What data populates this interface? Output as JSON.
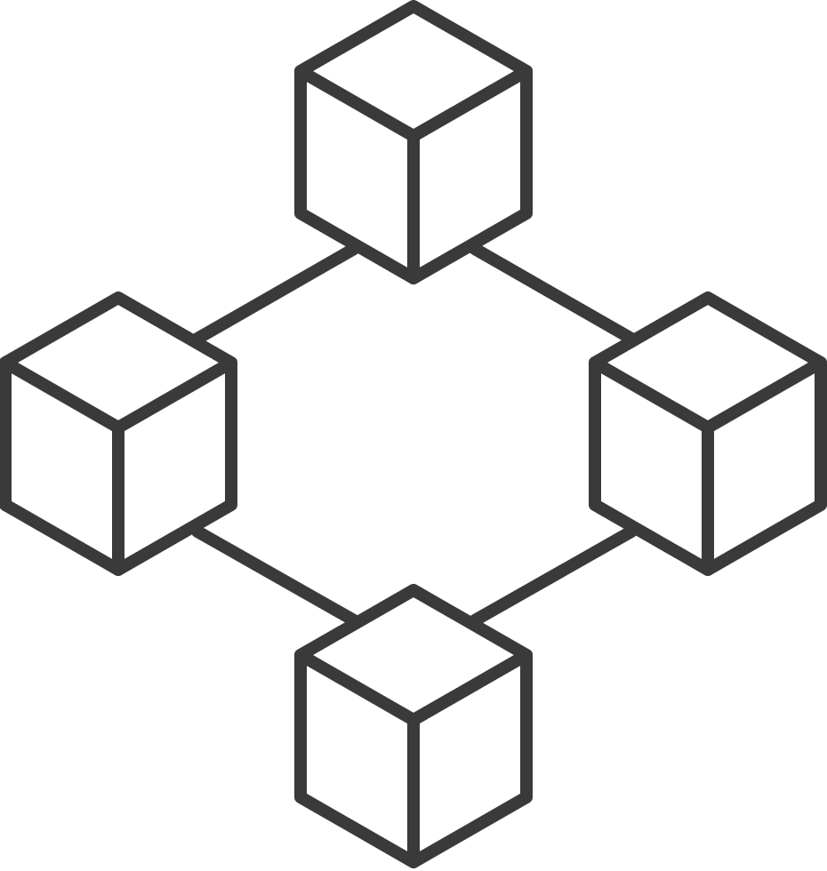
{
  "diagram": {
    "type": "network",
    "icon": "blockchain-network-icon",
    "colors": {
      "stroke": "#3a3a3a",
      "background": "#ffffff"
    },
    "nodes": [
      {
        "id": "cube-top",
        "icon": "cube-icon"
      },
      {
        "id": "cube-left",
        "icon": "cube-icon"
      },
      {
        "id": "cube-right",
        "icon": "cube-icon"
      },
      {
        "id": "cube-bottom",
        "icon": "cube-icon"
      }
    ],
    "edges": [
      {
        "from": "cube-top",
        "to": "cube-left"
      },
      {
        "from": "cube-top",
        "to": "cube-right"
      },
      {
        "from": "cube-left",
        "to": "cube-bottom"
      },
      {
        "from": "cube-right",
        "to": "cube-bottom"
      }
    ]
  }
}
